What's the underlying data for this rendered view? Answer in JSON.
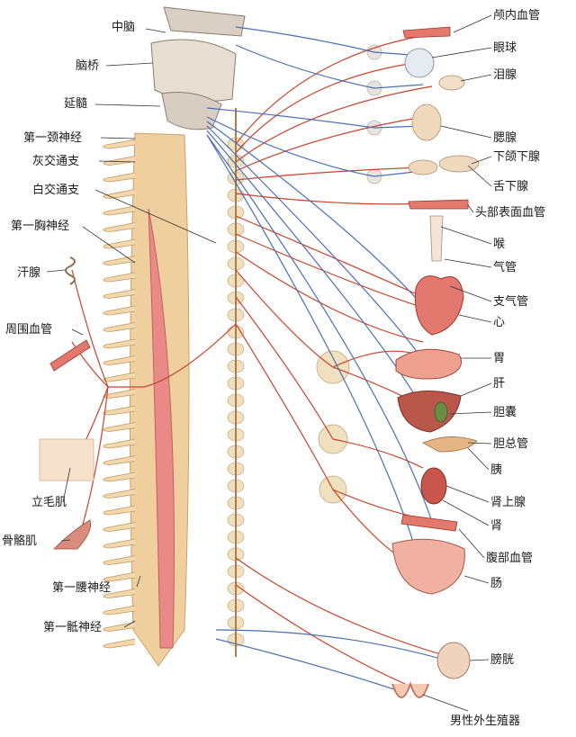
{
  "left_labels": [
    {
      "id": "midbrain",
      "text": "中脑"
    },
    {
      "id": "pons",
      "text": "脑桥"
    },
    {
      "id": "medulla",
      "text": "延髓"
    },
    {
      "id": "c1",
      "text": "第一颈神经"
    },
    {
      "id": "gray_ramus",
      "text": "灰交通支"
    },
    {
      "id": "white_ramus",
      "text": "白交通支"
    },
    {
      "id": "t1",
      "text": "第一胸神经"
    },
    {
      "id": "sweat",
      "text": "汗腺"
    },
    {
      "id": "periph_vessel",
      "text": "周围血管"
    },
    {
      "id": "arrector",
      "text": "立毛肌"
    },
    {
      "id": "skeletal",
      "text": "骨骼肌"
    },
    {
      "id": "l1",
      "text": "第一腰神经"
    },
    {
      "id": "s1",
      "text": "第一骶神经"
    }
  ],
  "right_labels": [
    {
      "id": "intracranial",
      "text": "颅内血管"
    },
    {
      "id": "eye",
      "text": "眼球"
    },
    {
      "id": "lacrimal",
      "text": "泪腺"
    },
    {
      "id": "parotid",
      "text": "腮腺"
    },
    {
      "id": "submandibular",
      "text": "下颌下腺"
    },
    {
      "id": "sublingual",
      "text": "舌下腺"
    },
    {
      "id": "head_vessel",
      "text": "头部表面血管"
    },
    {
      "id": "larynx",
      "text": "喉"
    },
    {
      "id": "trachea",
      "text": "气管"
    },
    {
      "id": "bronchi",
      "text": "支气管"
    },
    {
      "id": "heart",
      "text": "心"
    },
    {
      "id": "stomach",
      "text": "胃"
    },
    {
      "id": "liver",
      "text": "肝"
    },
    {
      "id": "gallbladder",
      "text": "胆囊"
    },
    {
      "id": "bile_duct",
      "text": "胆总管"
    },
    {
      "id": "pancreas",
      "text": "胰"
    },
    {
      "id": "adrenal",
      "text": "肾上腺"
    },
    {
      "id": "kidney",
      "text": "肾"
    },
    {
      "id": "abd_vessel",
      "text": "腹部血管"
    },
    {
      "id": "intestine",
      "text": "肠"
    },
    {
      "id": "bladder",
      "text": "膀胱"
    },
    {
      "id": "genitals",
      "text": "男性外生殖器"
    }
  ],
  "colors": {
    "sympathetic": "#c8442c",
    "parasympathetic": "#4a6fb5",
    "spine": "#f0cf9e",
    "cord": "#e98a86",
    "ganglion": "#efe0bf",
    "organ": "#e2786e"
  }
}
